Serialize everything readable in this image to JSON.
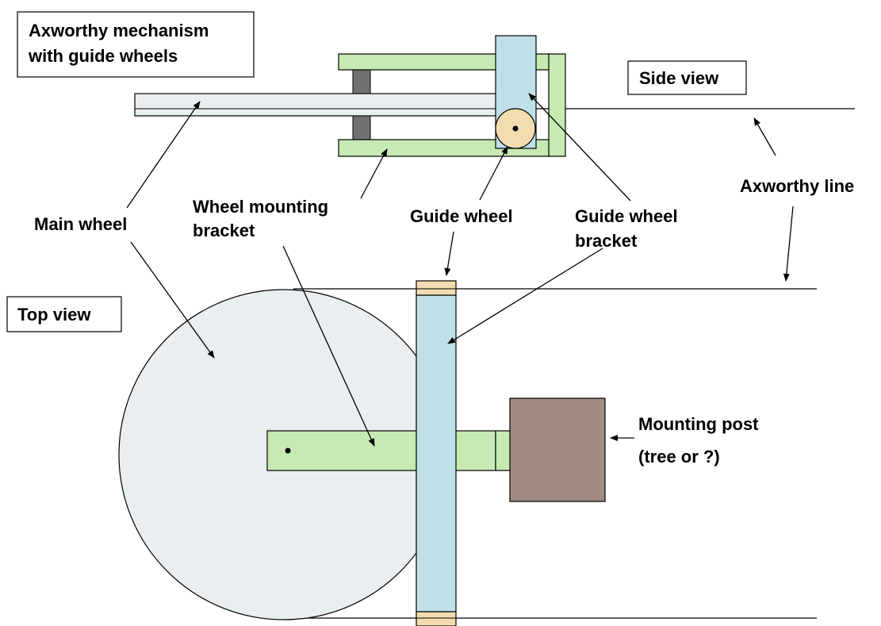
{
  "title_box": {
    "line1": "Axworthy mechanism",
    "line2": "with guide wheels"
  },
  "views": {
    "side": "Side view",
    "top": "Top view"
  },
  "labels": {
    "main_wheel": "Main wheel",
    "wheel_mounting_bracket": {
      "line1": "Wheel mounting",
      "line2": "bracket"
    },
    "guide_wheel": "Guide wheel",
    "guide_wheel_bracket": {
      "line1": "Guide wheel",
      "line2": "bracket"
    },
    "axworthy_line": "Axworthy line",
    "mounting_post": {
      "line1": "Mounting post",
      "line2": "(tree or ?)"
    }
  },
  "colors": {
    "bracket_green": "#c6eab2",
    "guide_blue": "#bfe0e6",
    "wheel_gray": "#e9eef0",
    "guide_wheel_tan": "#f3ddb0",
    "post_brown": "#a08b80",
    "spacer_gray": "#707070"
  }
}
